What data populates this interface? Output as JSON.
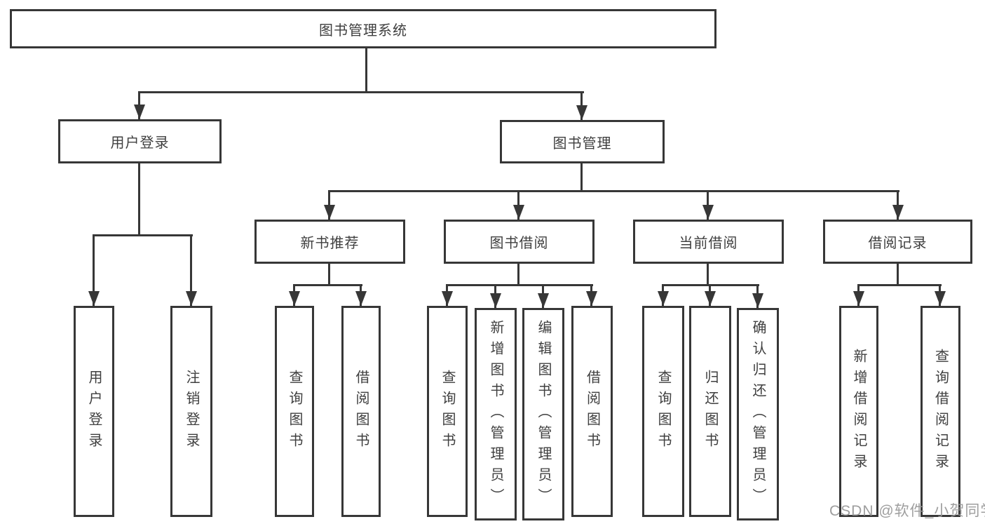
{
  "diagram_title": "图书管理系统",
  "colors": {
    "line": "#373737",
    "text": "#3f3f3f",
    "background": "#ffffff",
    "watermark": "#969696"
  },
  "tree": {
    "label": "图书管理系统",
    "children": [
      {
        "label": "用户登录",
        "children": [
          {
            "label": "用户登录"
          },
          {
            "label": "注销登录"
          }
        ]
      },
      {
        "label": "图书管理",
        "children": [
          {
            "label": "新书推荐",
            "children": [
              {
                "label": "查询图书"
              },
              {
                "label": "借阅图书"
              }
            ]
          },
          {
            "label": "图书借阅",
            "children": [
              {
                "label": "查询图书"
              },
              {
                "label": "新增图书（管理员）"
              },
              {
                "label": "编辑图书（管理员）"
              },
              {
                "label": "借阅图书"
              }
            ]
          },
          {
            "label": "当前借阅",
            "children": [
              {
                "label": "查询图书"
              },
              {
                "label": "归还图书"
              },
              {
                "label": "确认归还（管理员）"
              }
            ]
          },
          {
            "label": "借阅记录",
            "children": [
              {
                "label": "新增借阅记录"
              },
              {
                "label": "查询借阅记录"
              }
            ]
          }
        ]
      }
    ]
  },
  "watermark": "CSDN @软件_小贺同学"
}
